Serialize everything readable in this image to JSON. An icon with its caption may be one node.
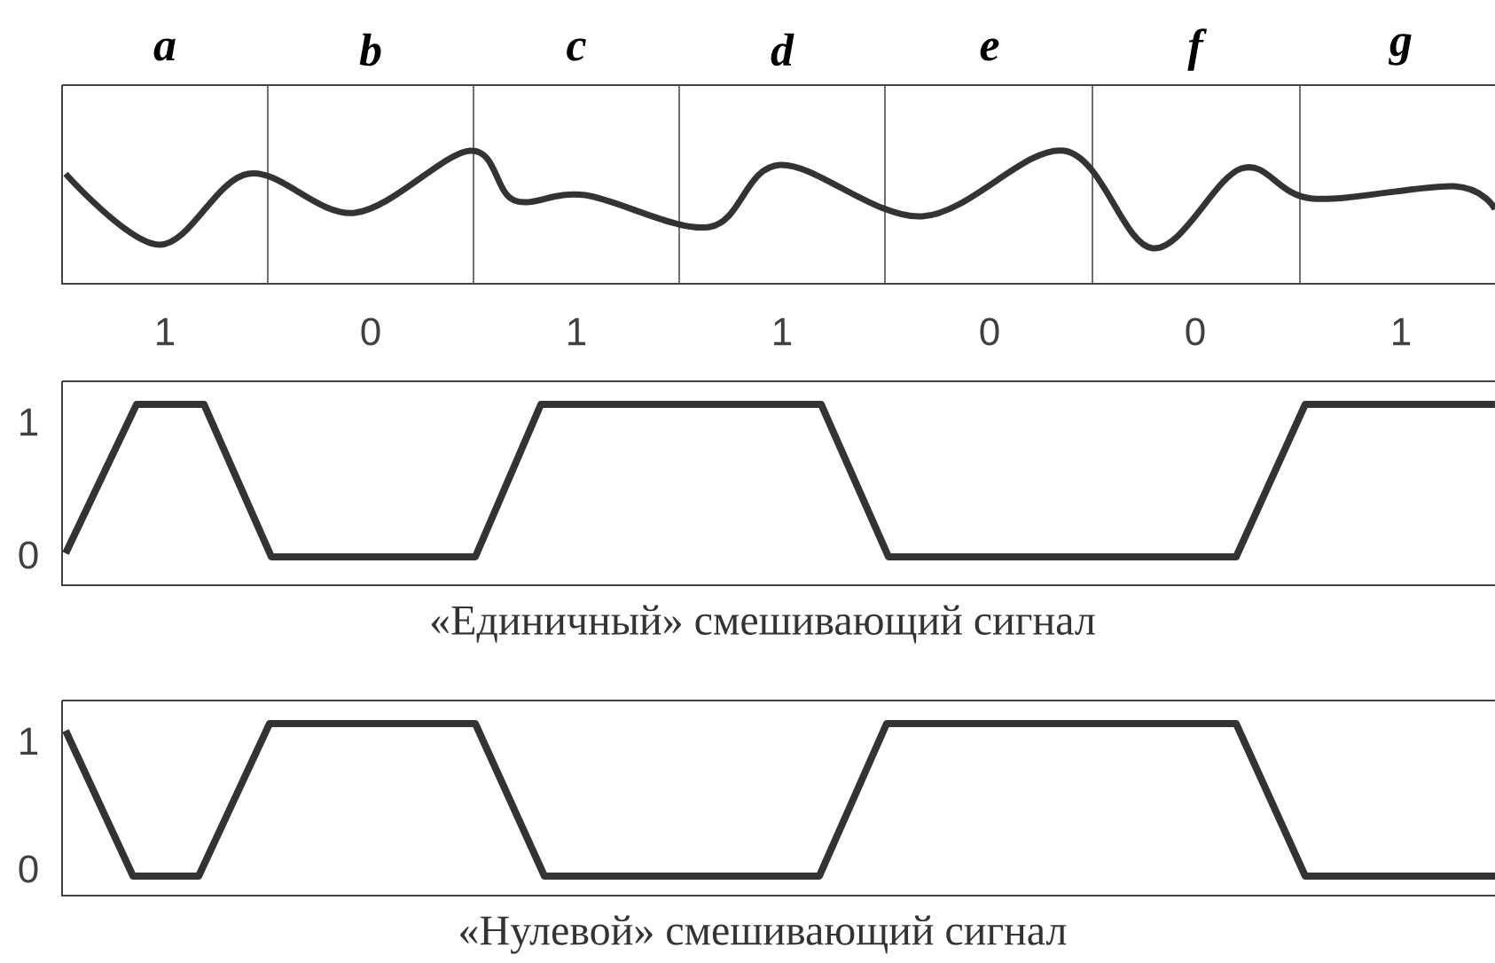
{
  "diagram": {
    "labels": [
      "a",
      "b",
      "c",
      "d",
      "e",
      "f",
      "g",
      "1",
      "0",
      "1",
      "1",
      "0",
      "0",
      "1",
      "1",
      "0",
      "«Единичный» смешивающий сигнал",
      "1",
      "0",
      "«Нулевой» смешивающий сигнал"
    ]
  }
}
